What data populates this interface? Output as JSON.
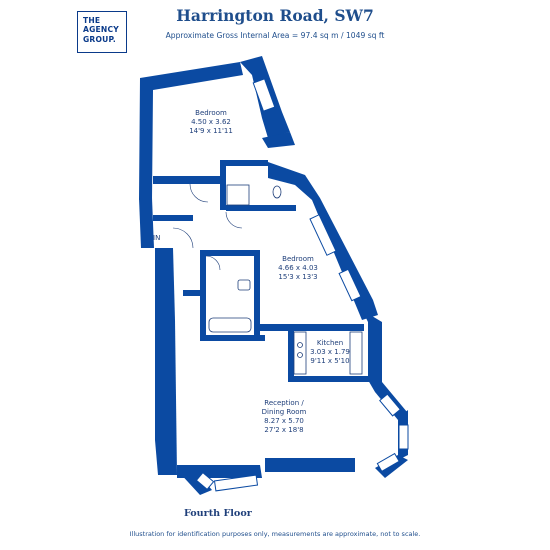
{
  "logo": {
    "line1": "THE",
    "line2": "AGENCY",
    "line3": "GROUP."
  },
  "header": {
    "title": "Harrington Road, SW7",
    "subtitle": "Approximate Gross Internal Area = 97.4 sq m / 1049 sq ft"
  },
  "plan": {
    "entrance_label": "IN",
    "wall_color": "#0b4aa2",
    "rooms": [
      {
        "name": "Bedroom",
        "metric": "4.50 x 3.62",
        "imperial": "14'9 x 11'11"
      },
      {
        "name": "Bedroom",
        "metric": "4.66 x 4.03",
        "imperial": "15'3 x 13'3"
      },
      {
        "name": "Kitchen",
        "metric": "3.03 x 1.79",
        "imperial": "9'11 x 5'10"
      },
      {
        "name_line1": "Reception /",
        "name_line2": "Dining Room",
        "metric": "8.27 x 5.70",
        "imperial": "27'2 x 18'8"
      }
    ]
  },
  "floor_label": "Fourth Floor",
  "disclaimer": "Illustration for identification purposes only, measurements are approximate, not to scale."
}
